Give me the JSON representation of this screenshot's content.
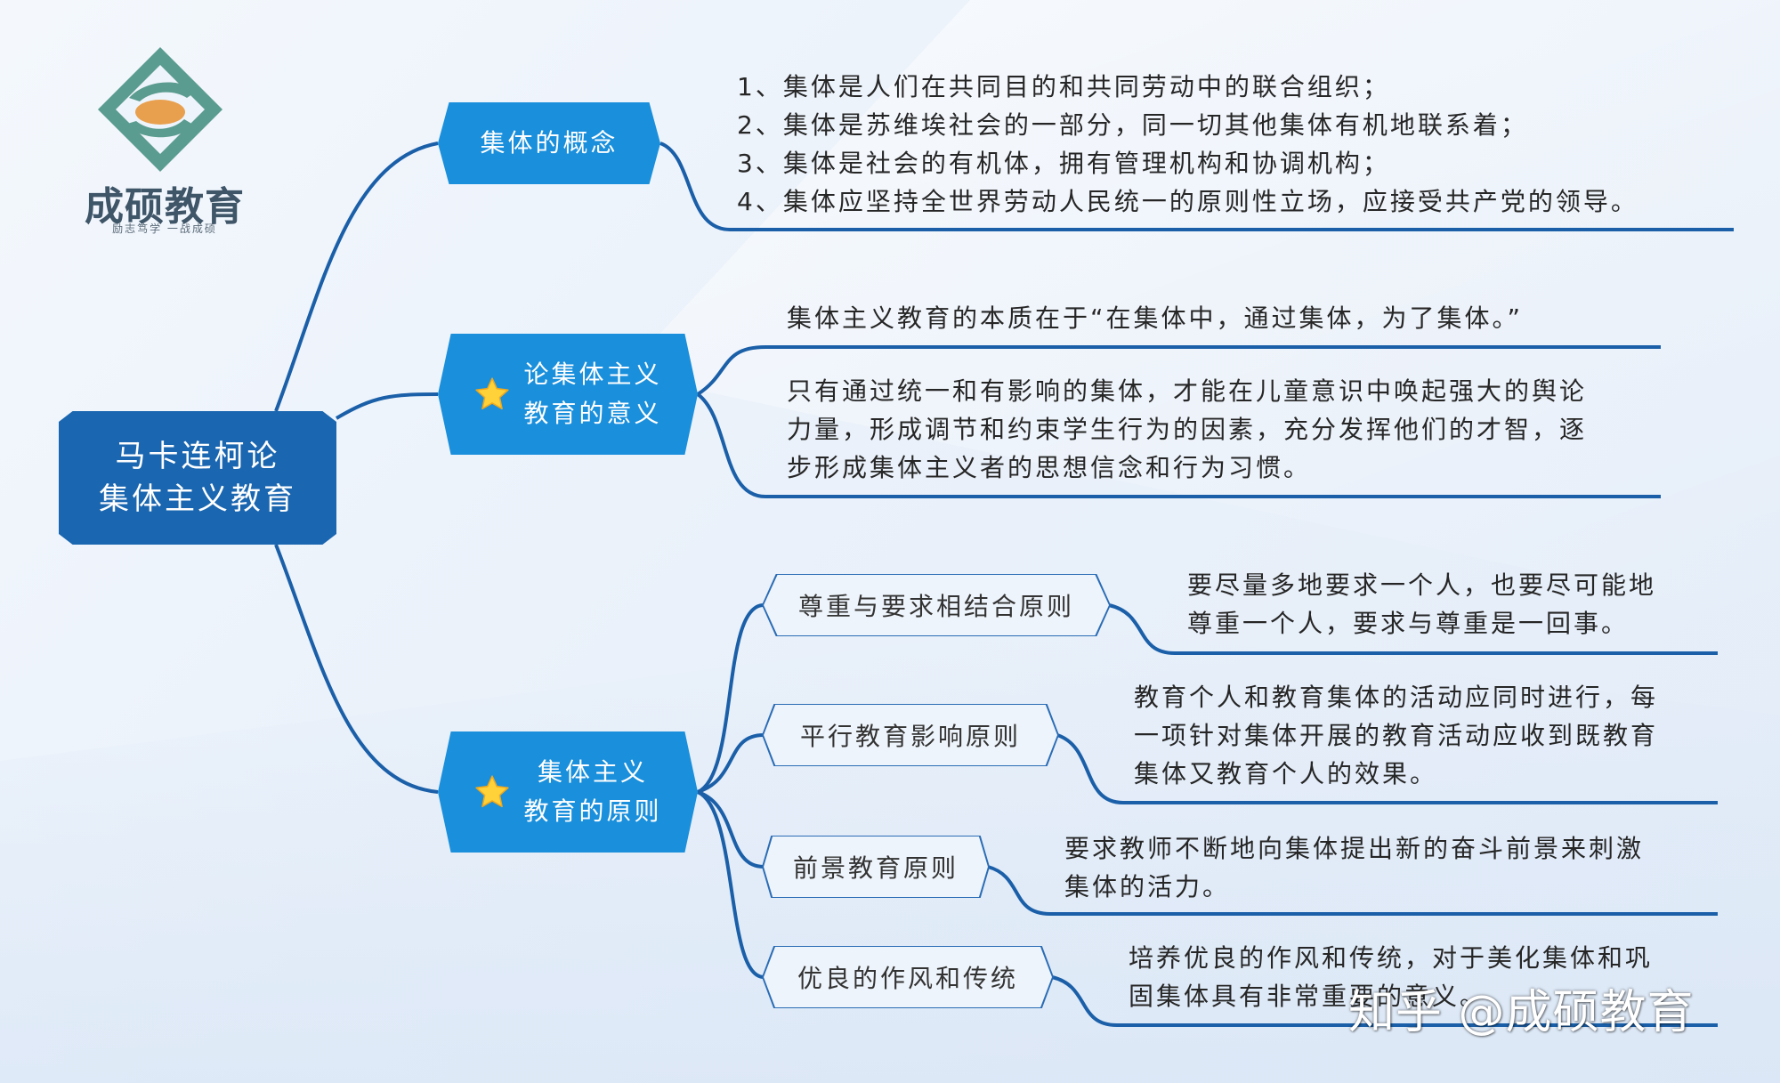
{
  "logo": {
    "name": "成硕教育",
    "slogan": "励志笃学  一战成硕"
  },
  "root": {
    "line1": "马卡连柯论",
    "line2": "集体主义教育"
  },
  "branches": [
    {
      "label": "集体的概念",
      "items": [
        "1、集体是人们在共同目的和共同劳动中的联合组织；",
        "2、集体是苏维埃社会的一部分，同一切其他集体有机地联系着；",
        "3、集体是社会的有机体，拥有管理机构和协调机构；",
        "4、集体应坚持全世界劳动人民统一的原则性立场，应接受共产党的领导。"
      ]
    },
    {
      "label_line1": "论集体主义",
      "label_line2": "教育的意义",
      "items": [
        "集体主义教育的本质在于“在集体中，通过集体，为了集体。”",
        "只有通过统一和有影响的集体，才能在儿童意识中唤起强大的舆论",
        "力量，形成调节和约束学生行为的因素，充分发挥他们的才智，逐",
        "步形成集体主义者的思想信念和行为习惯。"
      ]
    },
    {
      "label_line1": "集体主义",
      "label_line2": "教育的原则",
      "principles": [
        {
          "name": "尊重与要求相结合原则",
          "desc": [
            "要尽量多地要求一个人，也要尽可能地",
            "尊重一个人，要求与尊重是一回事。"
          ]
        },
        {
          "name": "平行教育影响原则",
          "desc": [
            "教育个人和教育集体的活动应同时进行，每",
            "一项针对集体开展的教育活动应收到既教育",
            "集体又教育个人的效果。"
          ]
        },
        {
          "name": "前景教育原则",
          "desc": [
            "要求教师不断地向集体提出新的奋斗前景来刺激",
            "集体的活力。"
          ]
        },
        {
          "name": "优良的作风和传统",
          "desc": [
            "培养优良的作风和传统，对于美化集体和巩",
            "固集体具有非常重要的意义。"
          ]
        }
      ]
    }
  ],
  "watermark": "知乎 @成硕教育",
  "colors": {
    "line": "#1a5fa8",
    "root": "#1a66b0",
    "branch": "#1a8fdc",
    "star": "#ffd23a"
  }
}
